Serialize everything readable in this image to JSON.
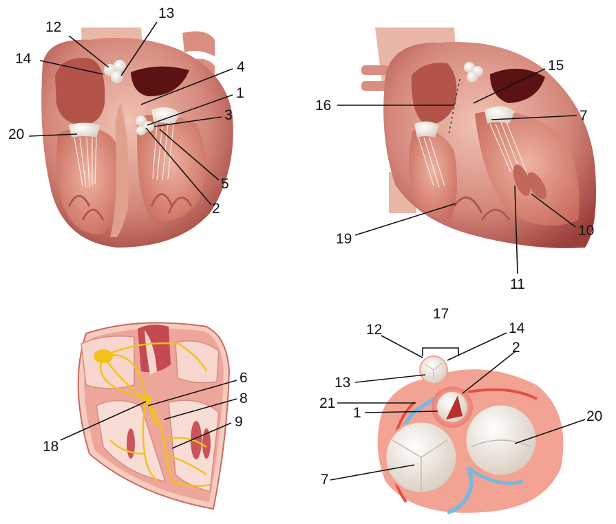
{
  "panels": [
    {
      "id": "top-left",
      "labels": [
        "12",
        "13",
        "14",
        "4",
        "1",
        "3",
        "20",
        "5",
        "2"
      ]
    },
    {
      "id": "top-right",
      "labels": [
        "15",
        "16",
        "7",
        "19",
        "10",
        "11"
      ]
    },
    {
      "id": "bottom-left",
      "labels": [
        "6",
        "8",
        "9",
        "18"
      ]
    },
    {
      "id": "bottom-right",
      "labels": [
        "17",
        "12",
        "14",
        "2",
        "13",
        "21",
        "1",
        "20",
        "7"
      ]
    }
  ],
  "colors": {
    "myocardium": "#c96a60",
    "myocardium_dark": "#9c3f3a",
    "chamber": "#e9a394",
    "valve": "#efe6dc",
    "conduction": "#f2c21b",
    "vessel_blue": "#7ab8df",
    "vessel_red": "#e0503c"
  }
}
